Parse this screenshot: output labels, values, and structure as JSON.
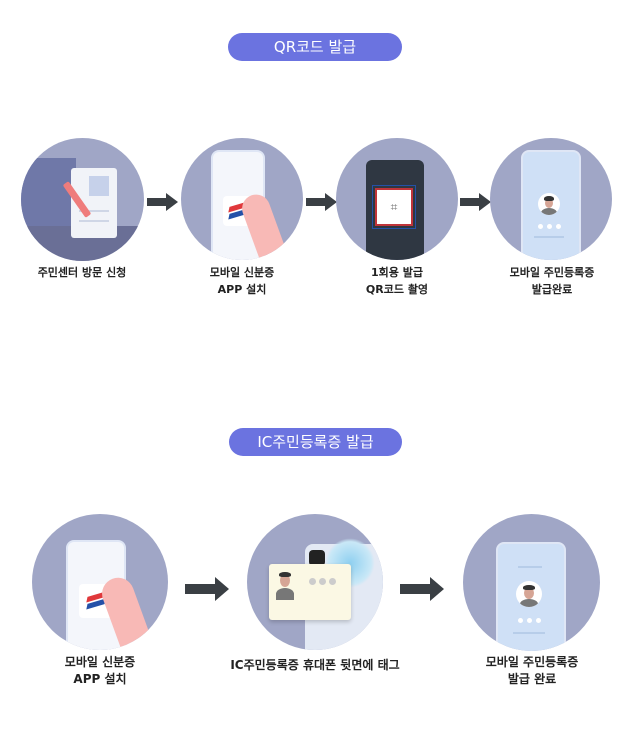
{
  "sections": [
    {
      "title": "QR코드 발급",
      "steps": [
        {
          "line1": "주민센터 방문 신청",
          "line2": ""
        },
        {
          "line1": "모바일 신분증",
          "line2": "APP 설치"
        },
        {
          "line1": "1회용 발급",
          "line2": "QR코드 촬영"
        },
        {
          "line1": "모바일 주민등록증",
          "line2": "발급완료"
        }
      ]
    },
    {
      "title": "IC주민등록증 발급",
      "steps": [
        {
          "line1": "모바일 신분증",
          "line2": "APP 설치"
        },
        {
          "line1": "IC주민등록증 휴대폰 뒷면에 태그",
          "line2": ""
        },
        {
          "line1": "모바일 주민등록증",
          "line2": "발급 완료"
        }
      ]
    }
  ],
  "colors": {
    "pill": "#6b73e0",
    "circle": "#a0a6c6",
    "arrow": "#3a3f44"
  }
}
